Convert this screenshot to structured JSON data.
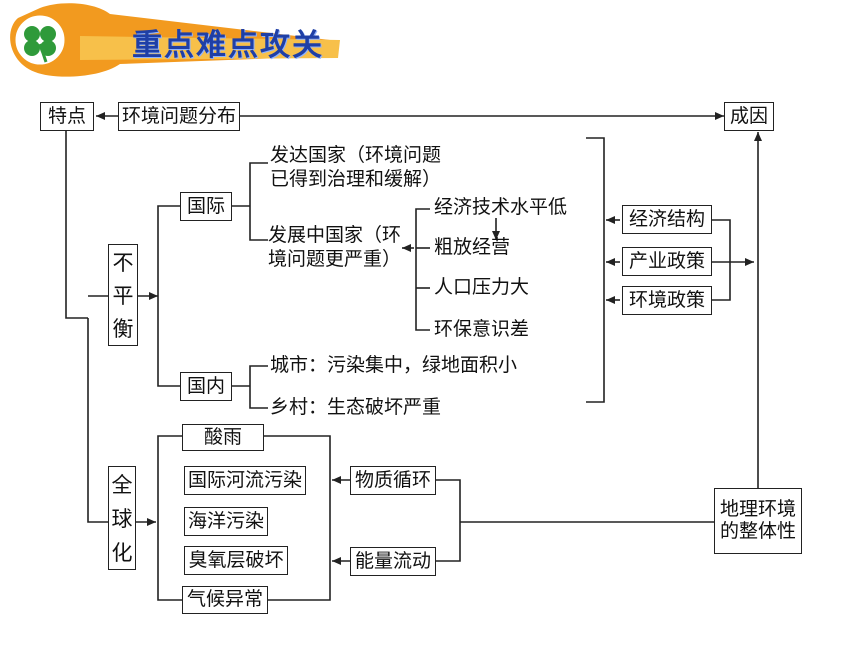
{
  "banner": {
    "title": "重点难点攻关",
    "logo_icon": "clover-icon"
  },
  "top": {
    "feature": "特点",
    "distribution": "环境问题分布",
    "cause": "成因"
  },
  "imbalance": {
    "label_chars": [
      "不",
      "平",
      "衡"
    ],
    "international": {
      "label": "国际",
      "developed_line1": "发达国家（环境问题",
      "developed_line2": "已得到治理和缓解）",
      "developing_line1": "发展中国家（环",
      "developing_line2": "境问题更严重）",
      "reasons": [
        "经济技术水平低",
        "粗放经营",
        "人口压力大",
        "环保意识差"
      ]
    },
    "domestic": {
      "label": "国内",
      "city": "城市：污染集中，绿地面积小",
      "countryside": "乡村：生态破坏严重"
    }
  },
  "global": {
    "label_chars": [
      "全",
      "球",
      "化"
    ],
    "problems": [
      "酸雨",
      "国际河流污染",
      "海洋污染",
      "臭氧层破坏",
      "气候异常"
    ],
    "flows": [
      "物质循环",
      "能量流动"
    ]
  },
  "policies": [
    "经济结构",
    "产业政策",
    "环境政策"
  ],
  "integrity": {
    "line1": "地理环境",
    "line2": "的整体性"
  }
}
